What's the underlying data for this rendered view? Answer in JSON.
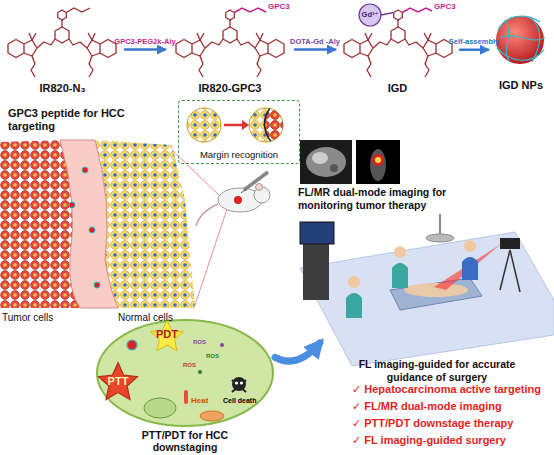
{
  "diagram": {
    "nodes": [
      {
        "text": [
          "IR820-N₃"
        ]
      },
      {
        "text": [
          "IR820-GPC3"
        ]
      },
      {
        "text": [
          "IGD"
        ]
      },
      {
        "text": [
          "IGD NPs"
        ]
      },
      {
        "text": [
          "Margin recognition"
        ]
      },
      {
        "text": [
          "PTT/PDT for HCC downstaging",
          "PDT",
          "PTT",
          "ROS",
          "ROS",
          "ROS",
          "Heat",
          "Cell death"
        ]
      },
      {
        "text": [
          "FL/MR dual-mode imaging for monitoring tumor therapy"
        ]
      },
      {
        "text": [
          "FL imaging-guided for accurate guidance of surgery"
        ]
      }
    ],
    "edges": [
      {
        "from": 0,
        "to": 1,
        "label": "GPC3-PEG2k-Aly",
        "arrow": "to"
      },
      {
        "from": 1,
        "to": 2,
        "label": "DOTA-Gd -Aly",
        "arrow": "to"
      },
      {
        "from": 2,
        "to": 3,
        "label": "Self-assembly",
        "arrow": "to"
      },
      {
        "from": 5,
        "to": 7,
        "arrow": "to"
      }
    ],
    "labels": [
      "GPC3 peptide for HCC targeting",
      "Tumor cells",
      "Normal cells",
      "GPC3",
      "GPC3",
      "Gd³⁺",
      "✓ Hepatocarcinoma active targeting",
      "✓ FL/MR dual-mode imaging",
      "✓ PTT/PDT downstage therapy",
      "✓ FL imaging-guided surgery"
    ]
  }
}
